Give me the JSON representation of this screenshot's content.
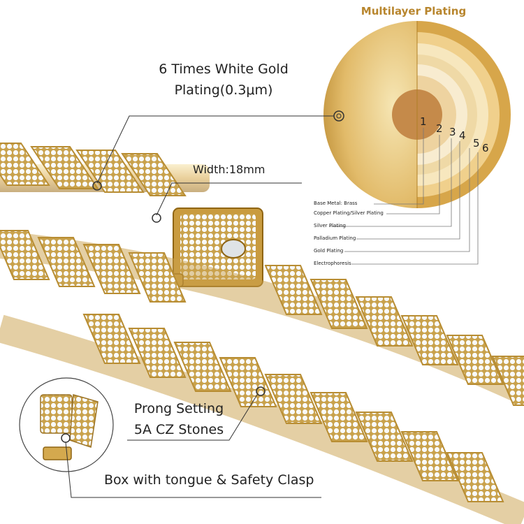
{
  "heading": "Multilayer Plating",
  "callouts": {
    "plating_line1": "6 Times White Gold",
    "plating_line2": "Plating(0.3μm)",
    "width": "Width:18mm",
    "prong_line1": "Prong Setting",
    "prong_line2": "5A CZ Stones",
    "clasp": "Box with tongue & Safety Clasp"
  },
  "layer_numbers": [
    "1",
    "2",
    "3",
    "4",
    "5",
    "6"
  ],
  "layer_labels": [
    "Base Metal:   Brass",
    "Copper Plating/Silver Plating",
    "Silver Plating",
    "Palladium Plating",
    "Gold Plating",
    "Electrophoresis"
  ],
  "colors": {
    "gold_light": "#f3dd9a",
    "gold": "#d9a94a",
    "gold_dark": "#a8791f",
    "brass_core": "#c58a4a",
    "stone": "#f4f5f7",
    "accent_text": "#b8862e"
  }
}
